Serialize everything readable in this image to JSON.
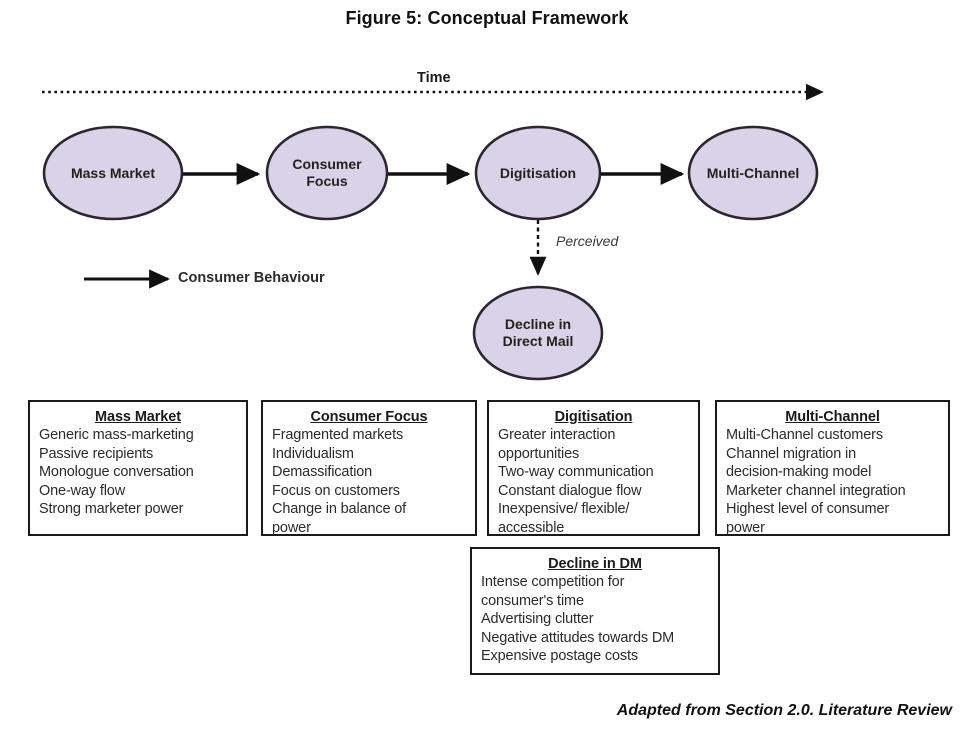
{
  "figure": {
    "title": "Figure 5: Conceptual Framework",
    "source_note": "Adapted from Section 2.0. Literature Review"
  },
  "timeline": {
    "label": "Time",
    "arrow_style": "dotted",
    "direction": "left-to-right"
  },
  "legend": {
    "arrow_label": "Consumer Behaviour"
  },
  "branch": {
    "label": "Perceived",
    "arrow_style": "dashed",
    "from": "Digitisation",
    "to": "Decline in Direct Mail"
  },
  "style": {
    "node_fill": "#d8d3e6",
    "node_stroke": "#2b2630",
    "box_stroke": "#1a1a1a",
    "arrow_color": "#111111",
    "background": "#ffffff"
  },
  "flow_nodes": [
    {
      "id": "mass-market",
      "label": "Mass Market"
    },
    {
      "id": "consumer-focus",
      "label": "Consumer\nFocus"
    },
    {
      "id": "digitisation",
      "label": "Digitisation"
    },
    {
      "id": "multi-channel",
      "label": "Multi-Channel"
    }
  ],
  "branch_node": {
    "id": "decline-direct-mail",
    "label": "Decline in\nDirect Mail"
  },
  "info_boxes": [
    {
      "id": "mass-market",
      "title": "Mass Market",
      "items": "Generic mass-marketing\nPassive recipients\nMonologue conversation\nOne-way flow\nStrong marketer power"
    },
    {
      "id": "consumer-focus",
      "title": "Consumer Focus",
      "items": "Fragmented markets\nIndividualism\nDemassification\nFocus on customers\nChange in balance of\npower"
    },
    {
      "id": "digitisation",
      "title": "Digitisation",
      "items": "Greater interaction\nopportunities\nTwo-way communication\nConstant dialogue flow\nInexpensive/ flexible/\naccessible"
    },
    {
      "id": "multi-channel",
      "title": "Multi-Channel",
      "items": "Multi-Channel customers\nChannel migration in\ndecision-making model\nMarketer channel integration\nHighest level of consumer\npower"
    },
    {
      "id": "decline-dm",
      "title": "Decline in DM",
      "items": "Intense competition for\nconsumer's time\nAdvertising clutter\nNegative attitudes towards DM\nExpensive postage costs"
    }
  ]
}
